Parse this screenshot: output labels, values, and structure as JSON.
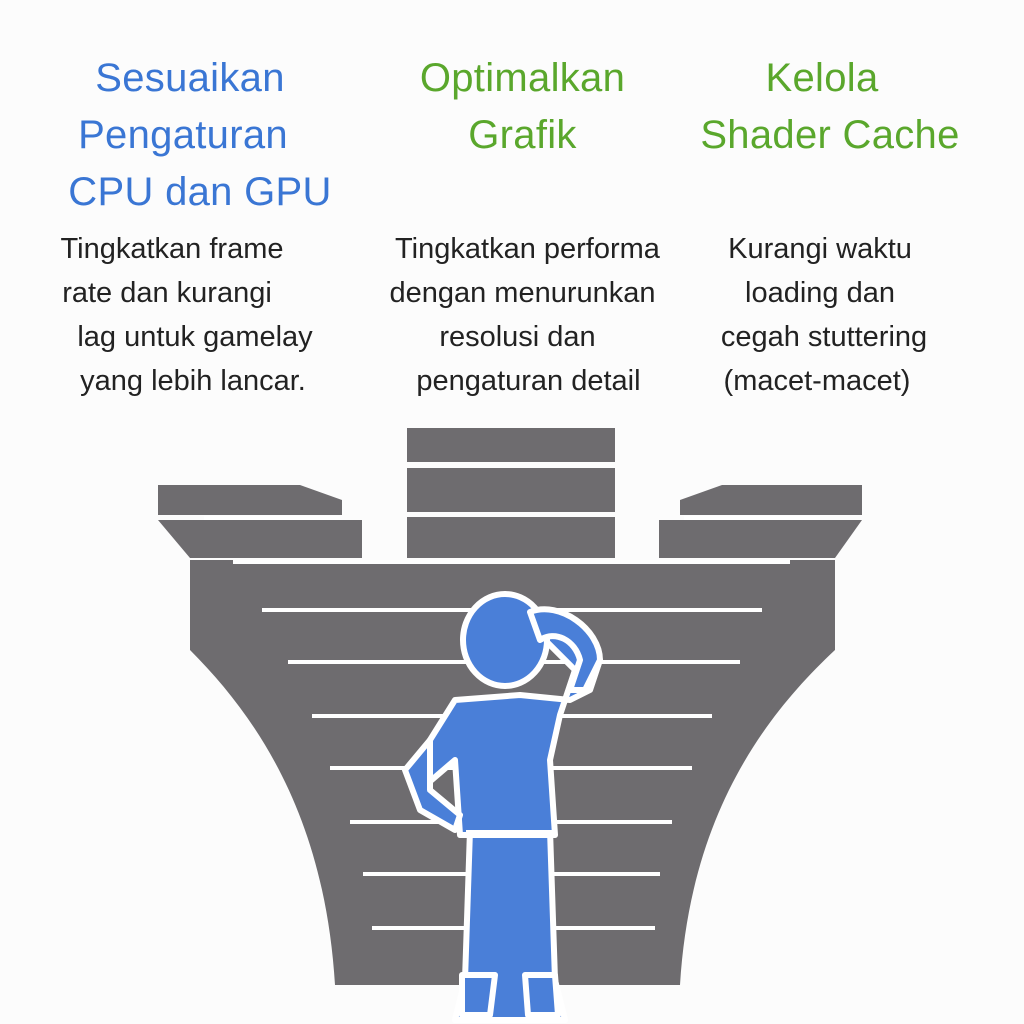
{
  "columns": [
    {
      "title_lines": [
        "Sesuaikan",
        "Pengaturan",
        "CPU dan GPU"
      ],
      "body_lines": [
        "Tingkatkan frame",
        "rate dan kurangi",
        "lag untuk gamelay",
        "yang lebih lancar."
      ],
      "color": "#3a76d4"
    },
    {
      "title_lines": [
        "Optimalkan",
        "Grafik"
      ],
      "body_lines": [
        "Tingkatkan performa",
        "dengan menurunkan",
        "resolusi dan",
        "pengaturan detail"
      ],
      "color": "#5aa72c"
    },
    {
      "title_lines": [
        "Kelola",
        "Shader Cache"
      ],
      "body_lines": [
        "Kurangi waktu",
        "loading dan",
        "cegah stuttering",
        "(macet-macet)"
      ],
      "color": "#5aa72c"
    }
  ],
  "colors": {
    "funnel": "#6e6c6f",
    "person": "#4a7fd8",
    "background": "#fcfcfc"
  }
}
